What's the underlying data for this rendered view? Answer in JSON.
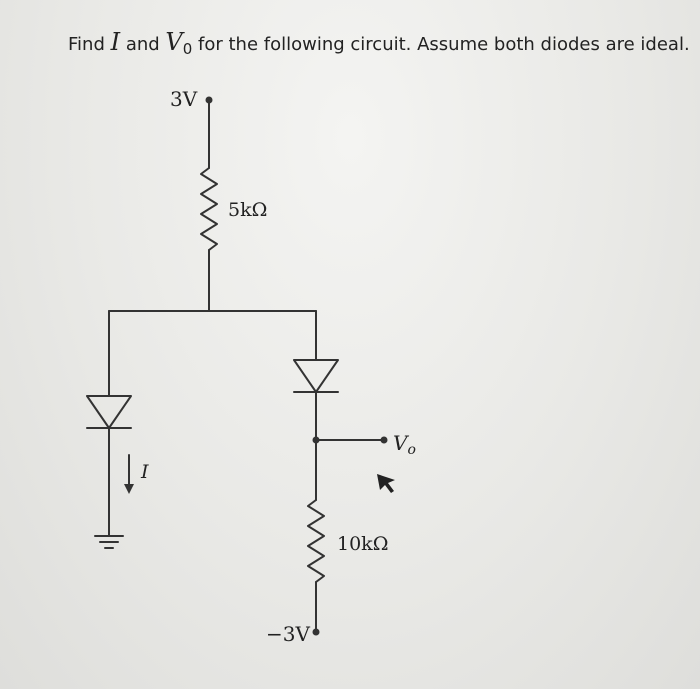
{
  "question": {
    "part1": "Find ",
    "var_i": "I",
    "part2": " and ",
    "var_v": "V",
    "var_v_sub": "0",
    "part3": " for the following circuit. Assume both diodes are ideal."
  },
  "circuit": {
    "supply_pos_label": "3V",
    "supply_neg_label": "−3V",
    "r1_label": "5kΩ",
    "r2_label": "10kΩ",
    "current_label": "I",
    "output_label": "V",
    "output_sub": "o"
  }
}
